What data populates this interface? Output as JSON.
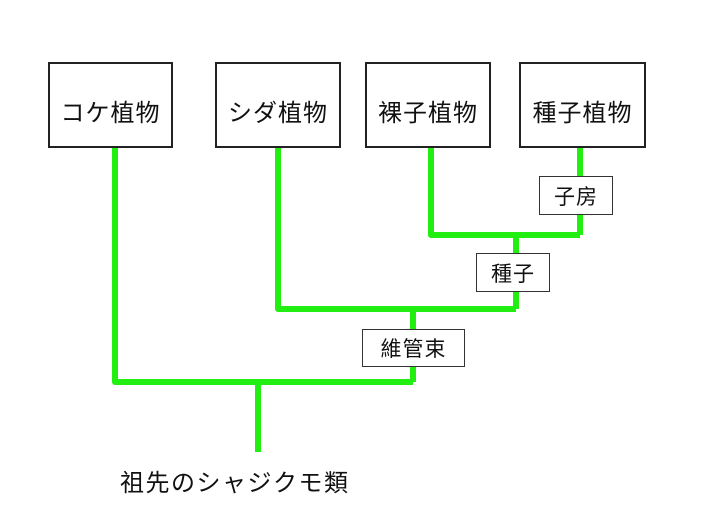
{
  "title": "Plant evolution cladogram",
  "line_color": "#22ee11",
  "taxa": [
    {
      "id": "moss",
      "label": "コケ植物"
    },
    {
      "id": "fern",
      "label": "シダ植物"
    },
    {
      "id": "gymnosperm",
      "label": "裸子植物"
    },
    {
      "id": "seed-plant",
      "label": "種子植物"
    }
  ],
  "traits": [
    {
      "id": "ovary",
      "label": "子房"
    },
    {
      "id": "seed",
      "label": "種子"
    },
    {
      "id": "vascular-bundle",
      "label": "維管束"
    }
  ],
  "root": {
    "label": "祖先のシャジクモ類"
  }
}
